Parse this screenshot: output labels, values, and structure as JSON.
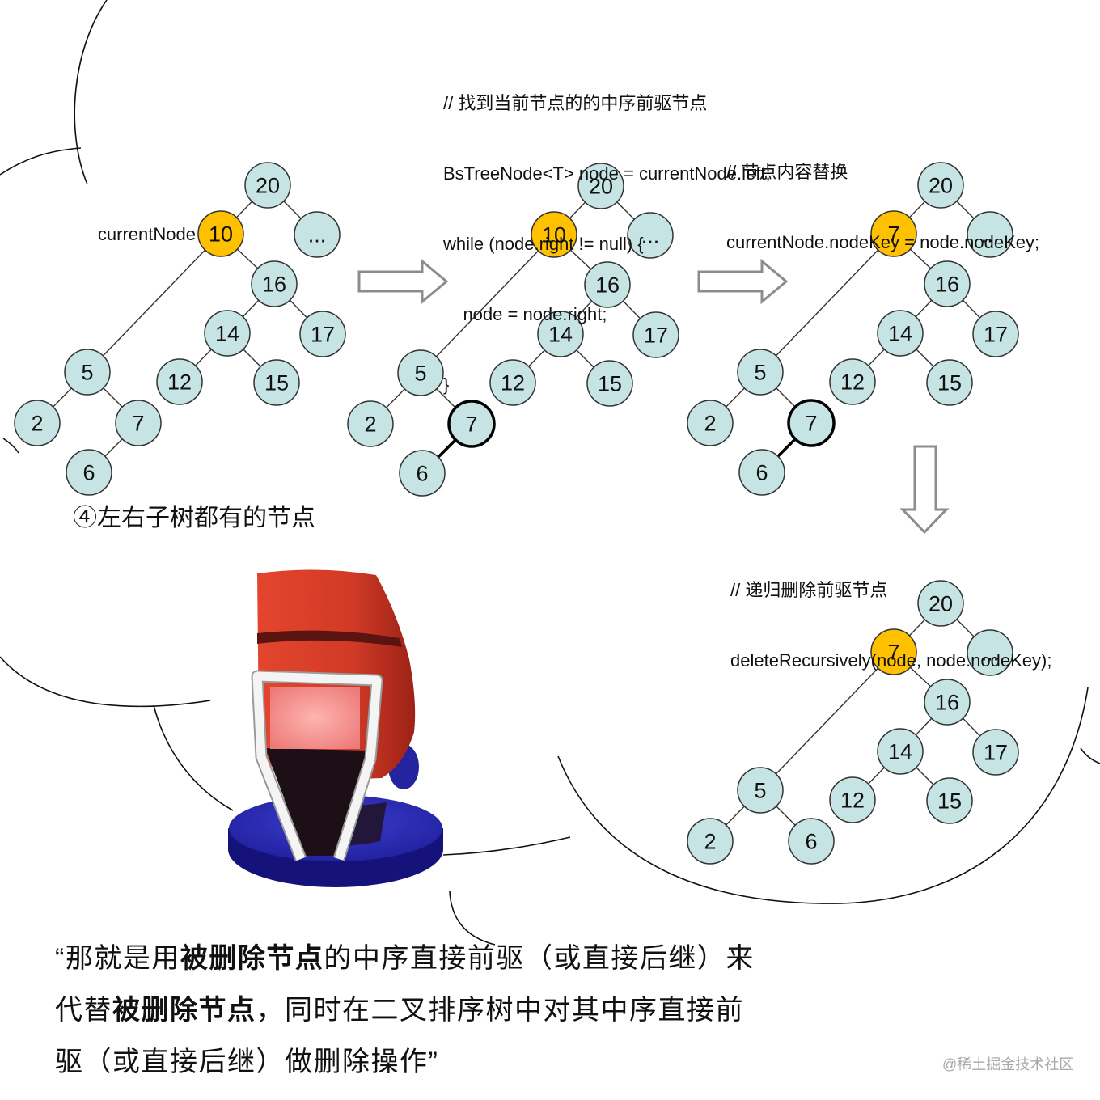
{
  "code_find_predecessor": {
    "comment": "// 找到当前节点的的中序前驱节点",
    "lines": [
      "BsTreeNode<T> node = currentNode.left;",
      "while (node.right != null) {",
      "    node = node.right;",
      "}"
    ]
  },
  "code_replace": {
    "comment": "// 节点内容替换",
    "lines": [
      "currentNode.nodeKey = node.nodeKey;"
    ]
  },
  "code_delete": {
    "comment": "// 递归删除前驱节点",
    "lines": [
      "deleteRecursively(node, node.nodeKey);"
    ]
  },
  "case_label": "④左右子树都有的节点",
  "trees": [
    {
      "root": {
        "key": "20",
        "left": {
          "key": "10",
          "mark": "current",
          "label": "currentNode",
          "left": {
            "key": "5",
            "left": {
              "key": "2"
            },
            "right": {
              "key": "7",
              "left": {
                "key": "6"
              }
            }
          },
          "right": {
            "key": "16",
            "left": {
              "key": "14",
              "left": {
                "key": "12"
              },
              "right": {
                "key": "15"
              }
            },
            "right": {
              "key": "17"
            }
          }
        },
        "right": {
          "key": "..."
        }
      }
    },
    {
      "root": {
        "key": "20",
        "left": {
          "key": "10",
          "mark": "current",
          "left": {
            "key": "5",
            "left": {
              "key": "2"
            },
            "right": {
              "key": "7",
              "mark": "predecessor",
              "left": {
                "key": "6"
              }
            }
          },
          "right": {
            "key": "16",
            "left": {
              "key": "14",
              "left": {
                "key": "12"
              },
              "right": {
                "key": "15"
              }
            },
            "right": {
              "key": "17"
            }
          }
        },
        "right": {
          "key": "..."
        }
      }
    },
    {
      "root": {
        "key": "20",
        "left": {
          "key": "7",
          "mark": "current",
          "left": {
            "key": "5",
            "left": {
              "key": "2"
            },
            "right": {
              "key": "7",
              "mark": "predecessor",
              "left": {
                "key": "6"
              }
            }
          },
          "right": {
            "key": "16",
            "left": {
              "key": "14",
              "left": {
                "key": "12"
              },
              "right": {
                "key": "15"
              }
            },
            "right": {
              "key": "17"
            }
          }
        },
        "right": {
          "key": "..."
        }
      }
    },
    {
      "root": {
        "key": "20",
        "left": {
          "key": "7",
          "mark": "current",
          "left": {
            "key": "5",
            "left": {
              "key": "2"
            },
            "right": {
              "key": "6"
            }
          },
          "right": {
            "key": "16",
            "left": {
              "key": "14",
              "left": {
                "key": "12"
              },
              "right": {
                "key": "15"
              }
            },
            "right": {
              "key": "17"
            }
          }
        },
        "right": {
          "key": "..."
        }
      }
    }
  ],
  "caption": {
    "line1": [
      "“那就是用",
      "被删除节点",
      "的中序直接前驱（或直接后继）来"
    ],
    "line2": [
      "代替",
      "被删除节点",
      "，同时在二叉排序树中对其中序直接前"
    ],
    "line3": [
      "驱（或直接后继）做删除操作”"
    ]
  },
  "watermark": "@稀土掘金技术社区",
  "icons": {
    "step_arrow": "hollow-arrow-icon",
    "illustration": "swivel-chair"
  },
  "colors": {
    "node_fill": "#c6e4e4",
    "current_fill": "#ffc000",
    "outline": "#333333",
    "highlight_outline": "#000000",
    "arrow": "#8c8c8c"
  }
}
